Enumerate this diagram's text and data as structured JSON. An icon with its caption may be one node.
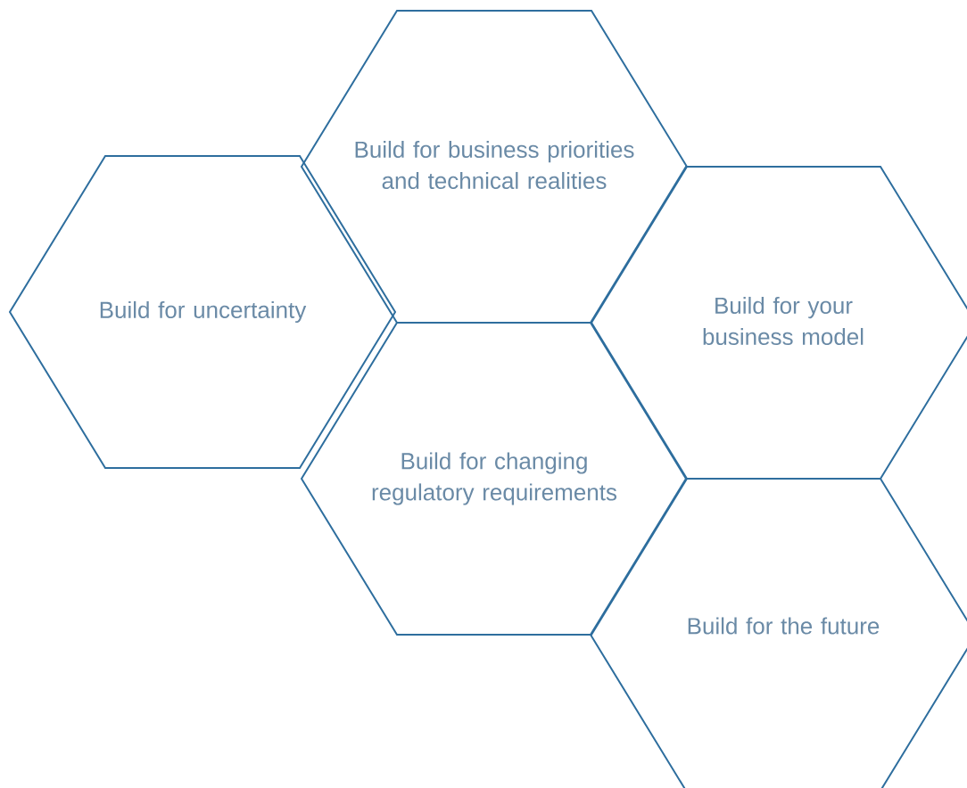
{
  "diagram": {
    "nodes": [
      {
        "text": [
          "Build for business priorities and technical realities"
        ]
      },
      {
        "text": [
          "Build for uncertainty"
        ]
      },
      {
        "text": [
          "Build for your business model"
        ]
      },
      {
        "text": [
          "Build for changing regulatory requirements"
        ]
      },
      {
        "text": [
          "Build for the future"
        ]
      }
    ]
  }
}
